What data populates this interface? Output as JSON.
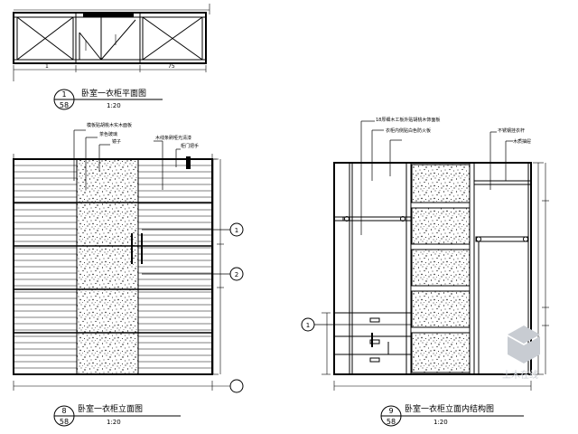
{
  "drawing": {
    "views": [
      {
        "id": "plan",
        "title": "卧室一衣柜平面图",
        "scale": "1:20",
        "callout_number": "1",
        "callout_sheet": "58",
        "dims": [
          "1",
          "75"
        ]
      },
      {
        "id": "elevation-closed",
        "title": "卧室一衣柜立面图",
        "scale": "1:20",
        "callout_number": "8",
        "callout_sheet": "58",
        "notes": [
          "模板贴胡桃木实木面板",
          "茶色玻璃",
          "镜子",
          "木线条刷哑光清漆",
          "柜门把手"
        ],
        "markers": [
          "1",
          "2"
        ]
      },
      {
        "id": "elevation-open",
        "title": "卧室一衣柜立面内结构图",
        "scale": "1:20",
        "callout_number": "9",
        "callout_sheet": "58",
        "notes": [
          "18厚细木工板外贴胡桃木饰面板",
          "衣柜内侧贴白色防火板",
          "不锈钢挂衣杆",
          "木质抽屉"
        ],
        "markers": [
          "1"
        ]
      }
    ],
    "watermark": "土木在线"
  },
  "colors": {
    "ink": "#000000",
    "paper": "#ffffff",
    "watermark": "#c8ccd2"
  }
}
